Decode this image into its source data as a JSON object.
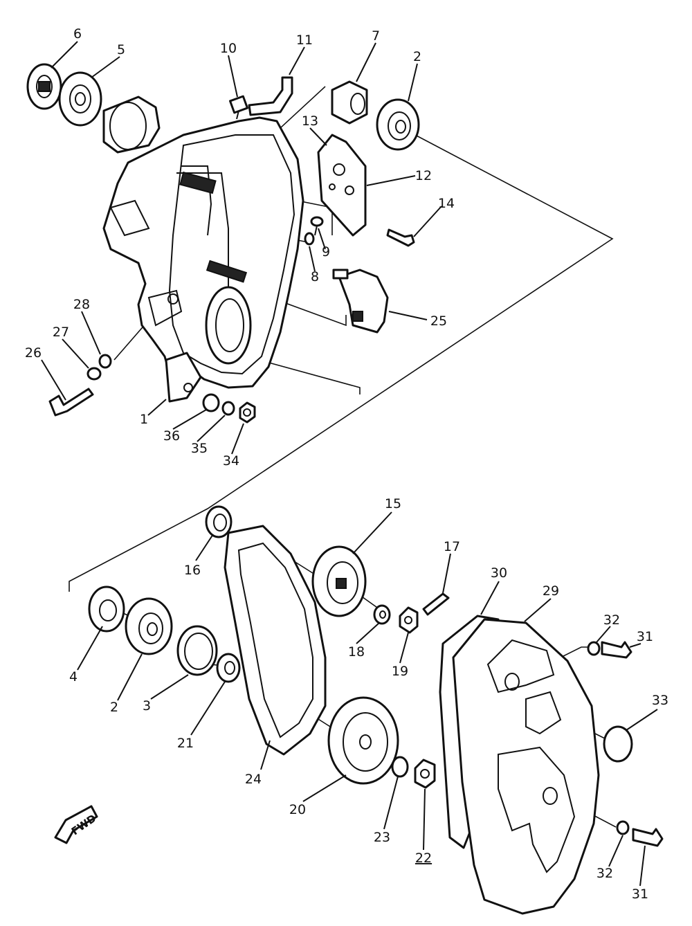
{
  "callouts": {
    "c1": "1",
    "c2a": "2",
    "c2b": "2",
    "c3": "3",
    "c4": "4",
    "c5": "5",
    "c6": "6",
    "c7": "7",
    "c8": "8",
    "c9": "9",
    "c10": "10",
    "c11": "11",
    "c12": "12",
    "c13": "13",
    "c14": "14",
    "c15": "15",
    "c16": "16",
    "c17": "17",
    "c18": "18",
    "c19": "19",
    "c20": "20",
    "c21": "21",
    "c22": "22",
    "c23": "23",
    "c24": "24",
    "c25": "25",
    "c26": "26",
    "c27": "27",
    "c28": "28",
    "c29": "29",
    "c30": "30",
    "c31a": "31",
    "c31b": "31",
    "c32a": "32",
    "c32b": "32",
    "c33": "33",
    "c34": "34",
    "c35": "35",
    "c36": "36"
  },
  "fwd_label": "FWD"
}
